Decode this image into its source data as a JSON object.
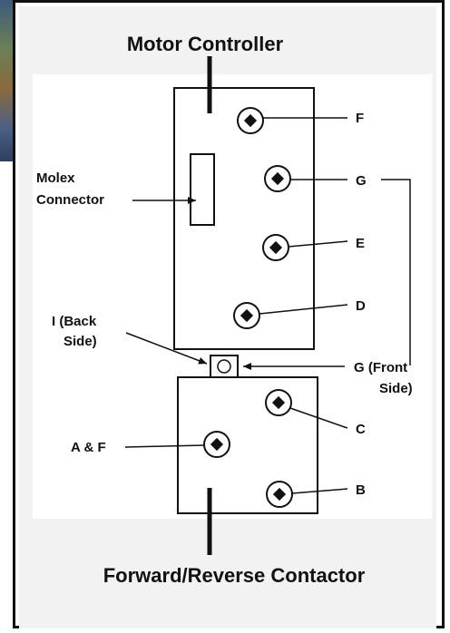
{
  "titles": {
    "top": "Motor Controller",
    "bottom": "Forward/Reverse Contactor"
  },
  "labels": {
    "F": "F",
    "G": "G",
    "E": "E",
    "D": "D",
    "molex_line1": "Molex",
    "molex_line2": "Connector",
    "i_back_line1": "I (Back",
    "i_back_line2": "Side)",
    "g_front_line1": "G (Front",
    "g_front_line2": "Side)",
    "C": "C",
    "B": "B",
    "A_F": "A & F"
  }
}
